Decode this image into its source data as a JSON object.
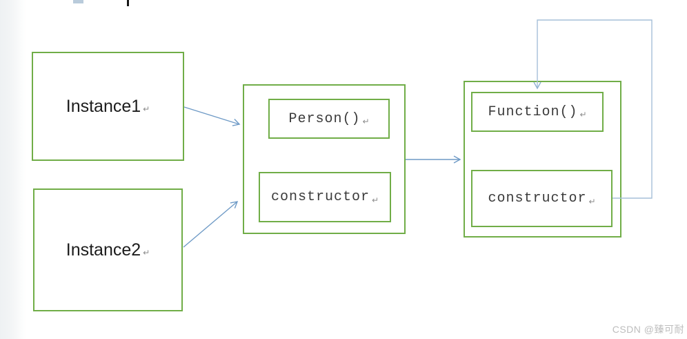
{
  "diagram": {
    "return_mark": "↵",
    "nodes": {
      "instance1": {
        "label": "Instance1"
      },
      "instance2": {
        "label": "Instance2"
      },
      "person": {
        "title": "Person()",
        "member": "constructor"
      },
      "func": {
        "title": "Function()",
        "member": "constructor"
      }
    },
    "edges": [
      {
        "from": "instance1",
        "to": "person-box",
        "style": "arrow"
      },
      {
        "from": "instance2",
        "to": "person-box",
        "style": "arrow"
      },
      {
        "from": "person-box",
        "to": "function-box",
        "style": "arrow"
      },
      {
        "from": "func-constructor",
        "to": "function-title-box",
        "style": "loop-arrow"
      }
    ],
    "colors": {
      "box_border": "#70ad47",
      "arrow": "#6e9ac6",
      "loop_arrow": "#a6bfd8",
      "label_text": "#1c1c1c",
      "mono_text": "#3a3a3a",
      "return_mark": "#8b8b8b"
    }
  },
  "watermark": {
    "text": "CSDN @臻可耐",
    "color": "#bdbdbd"
  }
}
